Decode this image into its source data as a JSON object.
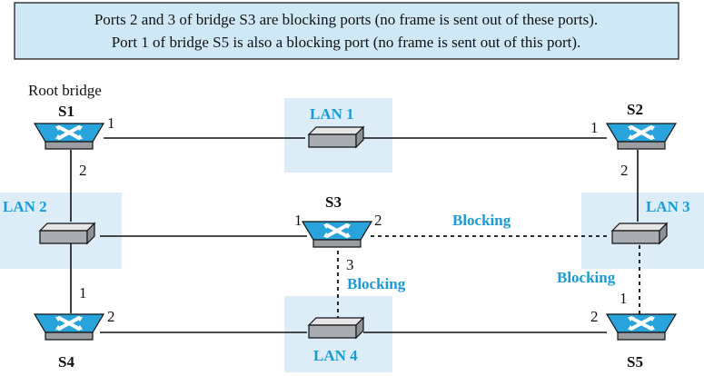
{
  "caption": {
    "line1": "Ports 2 and 3 of bridge S3 are blocking ports (no frame is sent out of these ports).",
    "line2": "Port 1 of bridge S5 is also a blocking port (no frame is sent out of this port)."
  },
  "root_label": "Root bridge",
  "bridges": {
    "s1": "S1",
    "s2": "S2",
    "s3": "S3",
    "s4": "S4",
    "s5": "S5"
  },
  "lans": {
    "lan1": "LAN 1",
    "lan2": "LAN 2",
    "lan3": "LAN 3",
    "lan4": "LAN 4"
  },
  "ports": {
    "s1_1": "1",
    "s1_2": "2",
    "s2_1": "1",
    "s2_2": "2",
    "s3_1": "1",
    "s3_2": "2",
    "s3_3": "3",
    "s4_1": "1",
    "s4_2": "2",
    "s5_1": "1",
    "s5_2": "2"
  },
  "blocking_label": "Blocking",
  "colors": {
    "caption_bg": "#cfe8f6",
    "lan_bg": "#dcedf8",
    "bridge_top": "#29a3dc",
    "bridge_side": "#9a9ea2",
    "hub_top": "#e6e6e6",
    "hub_side": "#a9acb0",
    "accent": "#1a9bd7"
  }
}
